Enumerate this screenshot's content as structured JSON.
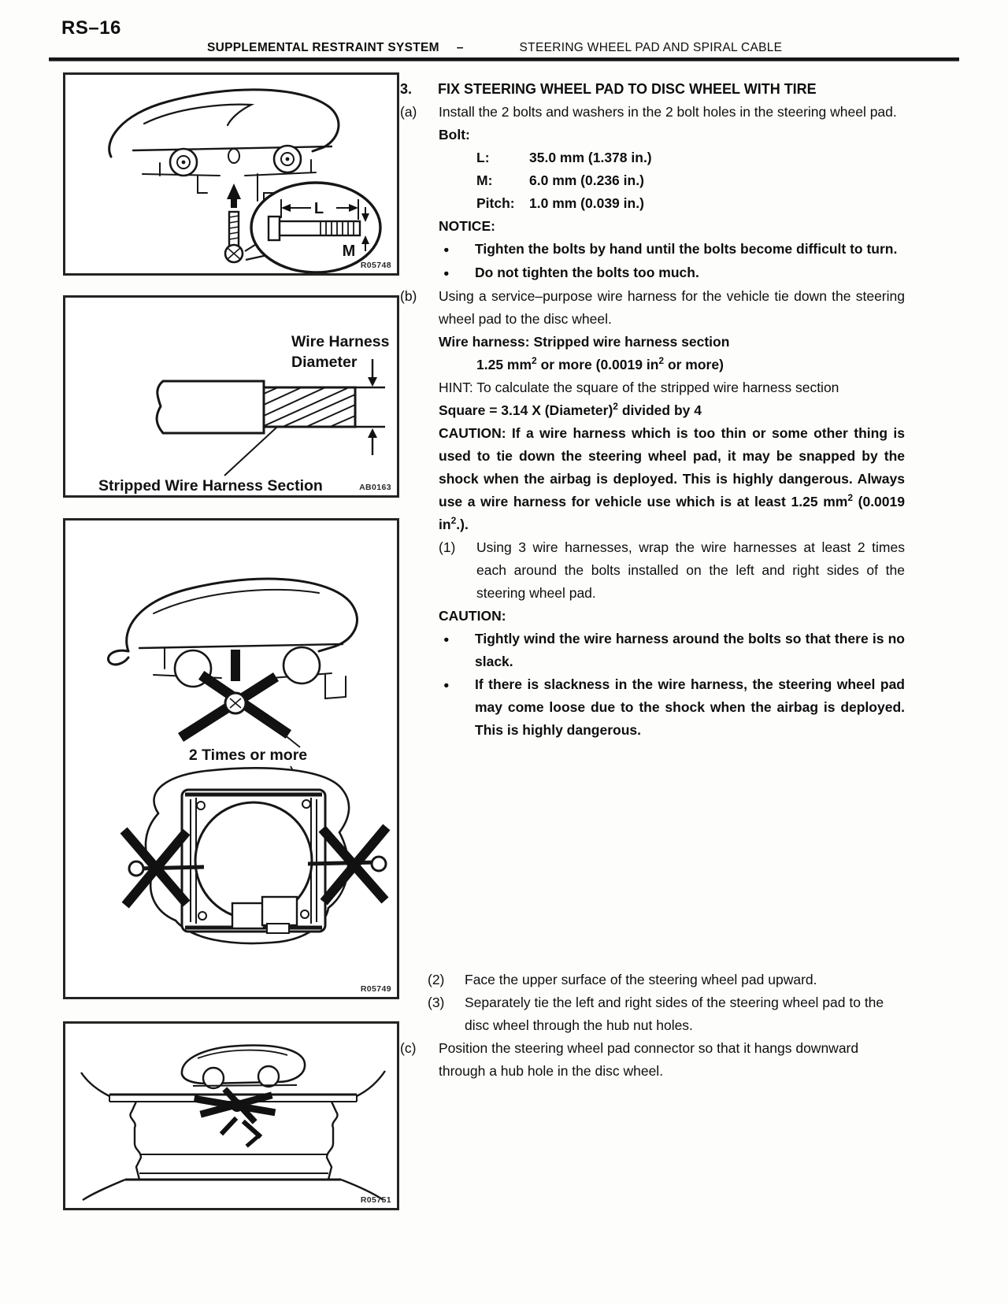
{
  "doc": {
    "page_label": "RS–16",
    "header": {
      "section": "SUPPLEMENTAL RESTRAINT SYSTEM",
      "dash": "–",
      "subsection": "STEERING WHEEL PAD AND SPIRAL CABLE"
    }
  },
  "figures": {
    "fig1": {
      "code": "R05748",
      "label_l": "L",
      "label_m": "M"
    },
    "fig2": {
      "code": "AB0163",
      "label_diameter_line1": "Wire Harness",
      "label_diameter_line2": "Diameter",
      "label_stripped": "Stripped Wire Harness Section"
    },
    "fig3": {
      "code": "R05749",
      "label_times": "2 Times or more"
    },
    "fig4": {
      "code": "R05751"
    }
  },
  "text": {
    "step_num": "3.",
    "step_title": "FIX STEERING WHEEL PAD TO DISC WHEEL WITH TIRE",
    "a_num": "(a)",
    "a_body": "Install the 2 bolts and washers in the 2 bolt holes in the steering wheel pad.",
    "bolt_heading": "Bolt:",
    "bolt_specs": [
      {
        "label": "L:",
        "value": "35.0 mm (1.378 in.)"
      },
      {
        "label": "M:",
        "value": "6.0 mm (0.236 in.)"
      },
      {
        "label": "Pitch:",
        "value": "1.0 mm (0.039 in.)"
      }
    ],
    "notice_heading": "NOTICE:",
    "bullet_glyph": "●",
    "notice_bullets": [
      "Tighten the bolts by hand until the bolts become difficult to turn.",
      "Do not tighten the bolts too much."
    ],
    "b_num": "(b)",
    "b_body": "Using a service–purpose wire harness for the vehicle tie down the steering wheel pad to the disc wheel.",
    "wire_heading": "Wire harness: Stripped wire harness section",
    "wire_spec": {
      "p1": "1.25 mm",
      "s1": "2",
      "p2": " or more (0.0019 in",
      "s2": "2",
      "p3": " or more)"
    },
    "hint_body": "HINT: To calculate the square of the stripped wire harness section",
    "square_formula": {
      "p1": "Square = 3.14 X (Diameter)",
      "s1": "2",
      "p2": " divided by 4"
    },
    "caution_para": {
      "p1": "CAUTION: If a wire harness which is too thin or some other thing is used to tie down the steering wheel pad, it may be snapped by the shock when the airbag is deployed. This is highly dangerous. Always use a wire harness for vehicle use which is at least 1.25 mm",
      "s1": "2",
      "p2": " (0.0019 in",
      "s2": "2",
      "p3": ".)."
    },
    "one_num": "(1)",
    "one_body": "Using 3 wire harnesses, wrap the wire harnesses at least 2 times each around the bolts installed on the left and right sides of the steering wheel pad.",
    "caution_heading": "CAUTION:",
    "caution_bullets": [
      "Tightly wind the wire harness around the bolts so that there is no slack.",
      "If there is slackness in the wire harness, the steering wheel pad may come loose due to the shock when the airbag is deployed. This is highly dangerous."
    ],
    "two_num": "(2)",
    "two_body": "Face the upper surface of the steering wheel pad upward.",
    "three_num": "(3)",
    "three_body": "Separately tie the left and right sides of the steering wheel pad to the disc wheel through the hub nut holes.",
    "c_num": "(c)",
    "c_body": "Position the steering wheel pad connector so that it hangs downward through a hub hole in the disc wheel."
  }
}
